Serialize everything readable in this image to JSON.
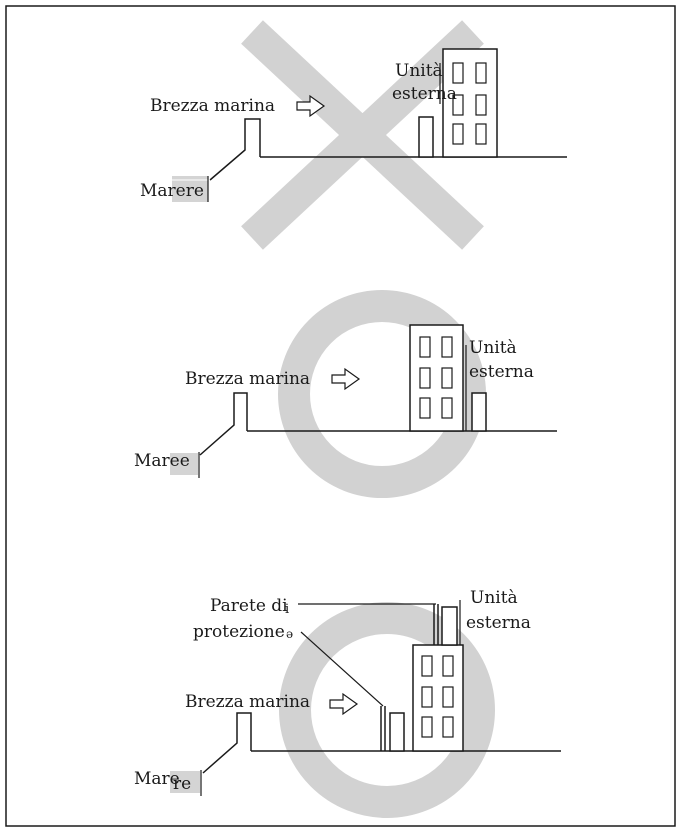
{
  "panels": [
    {
      "verdict": "incorrect",
      "labels": {
        "breeze": "Brezza marina",
        "unit_line1": "Unità",
        "unit_line2": "esterna",
        "sea": "Marere"
      }
    },
    {
      "verdict": "correct",
      "labels": {
        "breeze": "Brezza marina",
        "unit_line1": "Unità",
        "unit_line2": "esterna",
        "sea": "Maree"
      }
    },
    {
      "verdict": "correct",
      "labels": {
        "wall_line1": "Parete di",
        "wall_line1_suffix": "i",
        "wall_line2": "protezione",
        "wall_line2_suffix": "ə",
        "unit_line1": "Unità",
        "unit_line2": "esterna",
        "breeze": "Brezza marina",
        "sea": "Mare",
        "sea_suffix": "re"
      }
    }
  ],
  "colors": {
    "mark": "#d2d2d2",
    "line": "#1a1a1a",
    "sea_shade": "#d4d4d4"
  }
}
